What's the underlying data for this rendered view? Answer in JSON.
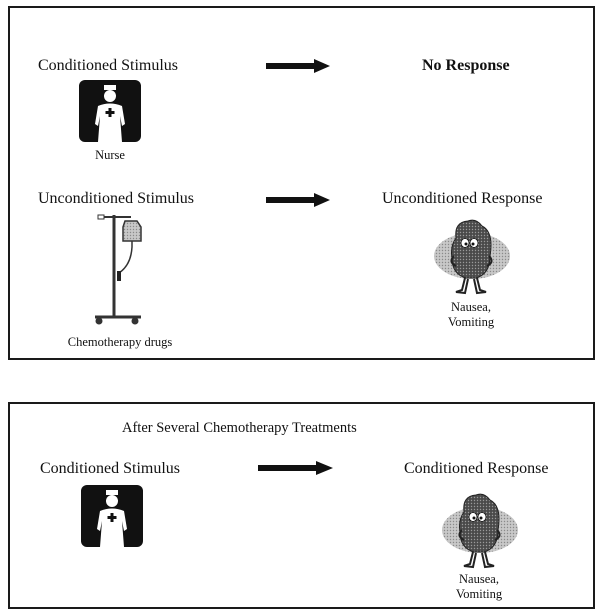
{
  "top_panel": {
    "row1": {
      "stimulus_label": "Conditioned Stimulus",
      "stimulus_icon": "nurse-icon",
      "stimulus_caption": "Nurse",
      "response_label": "No Response"
    },
    "row2": {
      "stimulus_label": "Unconditioned Stimulus",
      "stimulus_icon": "iv-drip-icon",
      "stimulus_caption": "Chemotherapy drugs",
      "response_label": "Unconditioned Response",
      "response_icon": "sick-character-icon",
      "response_caption_line1": "Nausea,",
      "response_caption_line2": "Vomiting"
    }
  },
  "bottom_panel": {
    "heading": "After Several Chemotherapy Treatments",
    "stimulus_label": "Conditioned Stimulus",
    "stimulus_icon": "nurse-icon",
    "response_label": "Conditioned Response",
    "response_icon": "sick-character-icon",
    "response_caption_line1": "Nausea,",
    "response_caption_line2": "Vomiting"
  },
  "colors": {
    "border": "#1a1a1a",
    "ink": "#111111",
    "character_fill": "#555555",
    "halo_fill": "#bdbdbd"
  }
}
